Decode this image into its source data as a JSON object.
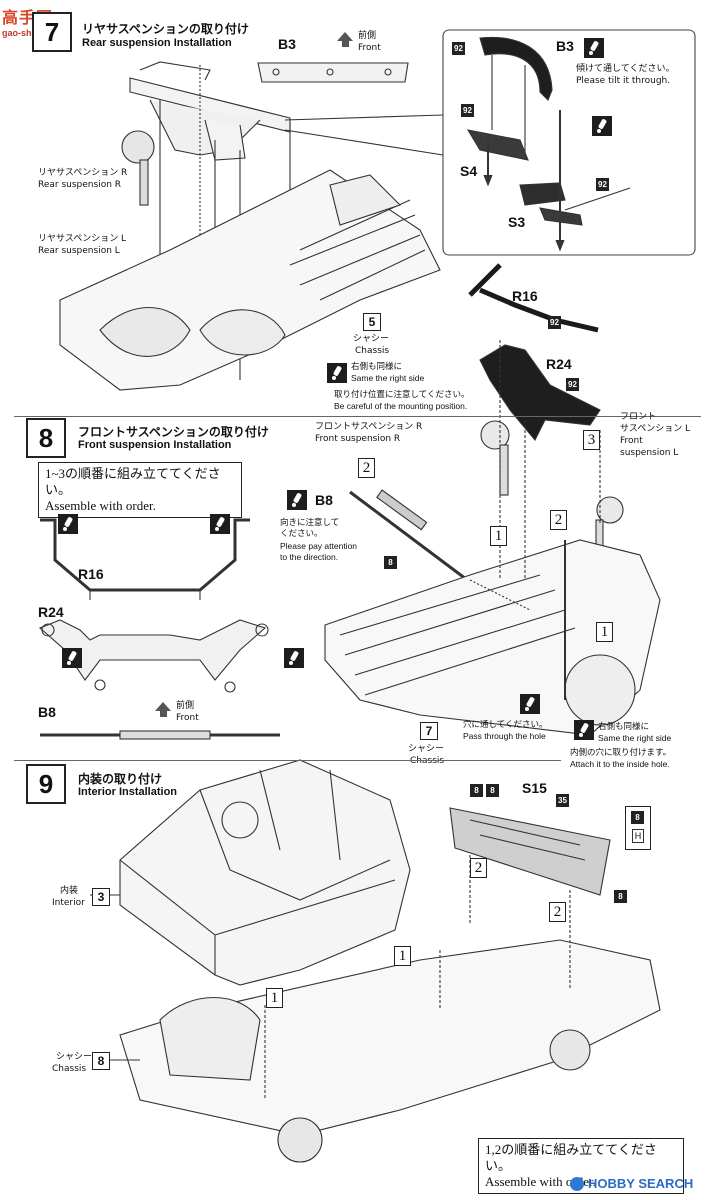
{
  "watermark_top": {
    "logo": "高手网",
    "url": "gao-shou.com"
  },
  "step7": {
    "number": "7",
    "title_jp": "リヤサスペンションの取り付け",
    "title_en": "Rear suspension Installation",
    "part_b3": "B3",
    "front_jp": "前側",
    "front_en": "Front",
    "rear_susp_r_jp": "リヤサスペンション R",
    "rear_susp_r_en": "Rear suspension R",
    "rear_susp_l_jp": "リヤサスペンション L",
    "rear_susp_l_en": "Rear suspension L",
    "chassis_num": "5",
    "chassis_jp": "シャシー",
    "chassis_en": "Chassis",
    "detail": {
      "b3": "B3",
      "s4": "S4",
      "s3": "S3",
      "n92": "92",
      "tilt_jp": "傾けて通してください。",
      "tilt_en": "Please tilt it through."
    },
    "same_side_jp": "右側も同様に",
    "same_side_en": "Same the right side",
    "careful_jp": "取り付け位置に注意してください。",
    "careful_en": "Be careful of the mounting position."
  },
  "step8": {
    "number": "8",
    "title_jp": "フロントサスペンションの取り付け",
    "title_en": "Front suspension Installation",
    "order_jp": "1~3の順番に組み立ててください。",
    "order_en": "Assemble with order.",
    "r16": "R16",
    "r24": "R24",
    "b8": "B8",
    "n92": "92",
    "front_jp": "前側",
    "front_en": "Front",
    "front_susp_r_jp": "フロントサスペンション R",
    "front_susp_r_en": "Front suspension R",
    "front_susp_l_jp1": "フロント",
    "front_susp_l_jp2": "サスペンション L",
    "front_susp_l_en1": "Front",
    "front_susp_l_en2": "suspension L",
    "dir_jp1": "向きに注意して",
    "dir_jp2": "ください。",
    "dir_en1": "Please pay attention",
    "dir_en2": "to the direction.",
    "n8": "8",
    "o1": "1",
    "o2": "2",
    "o3": "3",
    "chassis_num": "7",
    "chassis_jp": "シャシー",
    "chassis_en": "Chassis",
    "hole_jp": "穴に通してください。",
    "hole_en": "Pass through the hole",
    "same_side_jp": "右側も同様に",
    "same_side_en": "Same the right side",
    "inside_jp": "内側の穴に取り付けます。",
    "inside_en": "Attach it to the inside hole."
  },
  "step9": {
    "number": "9",
    "title_jp": "内装の取り付け",
    "title_en": "Interior Installation",
    "s15": "S15",
    "n35": "35",
    "n8": "8",
    "interior_num": "3",
    "interior_jp": "内装",
    "interior_en": "Interior",
    "chassis_num": "8",
    "chassis_jp": "シャシー",
    "chassis_en": "Chassis",
    "o1": "1",
    "o2": "2",
    "order_jp": "1,2の順番に組み立ててください。",
    "order_en": "Assemble with order."
  },
  "watermark_bottom": "HOBBY SEARCH"
}
